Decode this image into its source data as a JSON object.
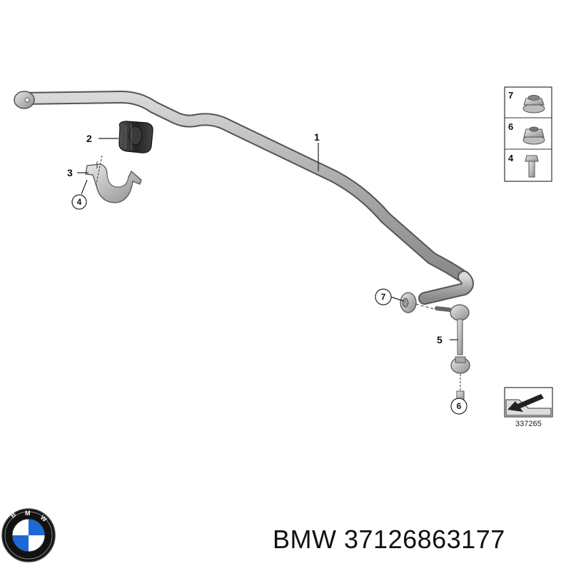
{
  "callouts": {
    "c1": "1",
    "c2": "2",
    "c3": "3",
    "c4": "4",
    "c5": "5",
    "c6": "6",
    "c7": "7"
  },
  "legend": {
    "items": [
      "7",
      "6",
      "4"
    ]
  },
  "reference_code": "337265",
  "footer": {
    "brand": "BMW",
    "part_number": "37126863177"
  },
  "logo": {
    "text": "BMW",
    "colors": {
      "ring": "#111111",
      "blue": "#1c69d4",
      "white": "#ffffff"
    }
  }
}
